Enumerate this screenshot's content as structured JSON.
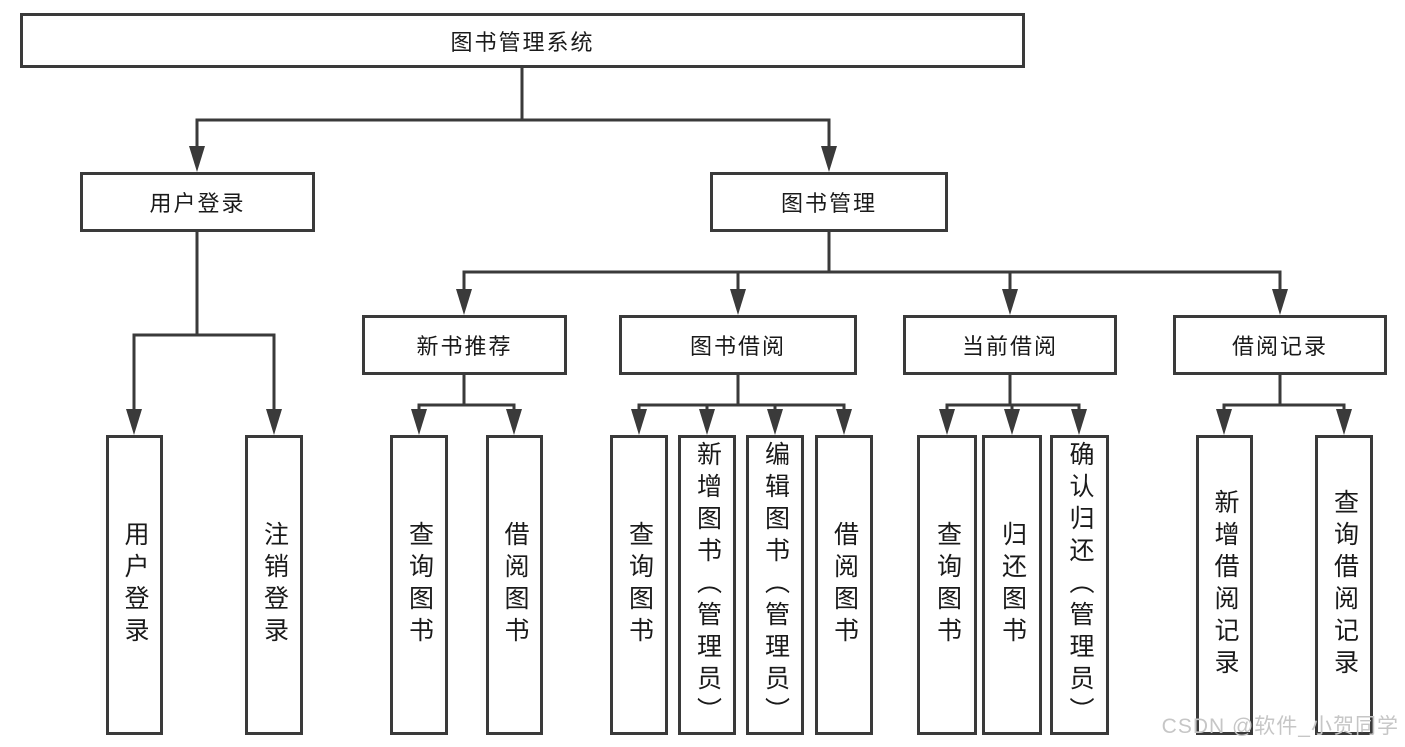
{
  "tree": {
    "root": {
      "label": "图书管理系统"
    },
    "children": [
      {
        "label": "用户登录",
        "children": [
          {
            "label": "用户登录"
          },
          {
            "label": "注销登录"
          }
        ]
      },
      {
        "label": "图书管理",
        "children": [
          {
            "label": "新书推荐",
            "children": [
              {
                "label": "查询图书"
              },
              {
                "label": "借阅图书"
              }
            ]
          },
          {
            "label": "图书借阅",
            "children": [
              {
                "label": "查询图书"
              },
              {
                "label": "新增图书（管理员）"
              },
              {
                "label": "编辑图书（管理员）"
              },
              {
                "label": "借阅图书"
              }
            ]
          },
          {
            "label": "当前借阅",
            "children": [
              {
                "label": "查询图书"
              },
              {
                "label": "归还图书"
              },
              {
                "label": "确认归还（管理员）"
              }
            ]
          },
          {
            "label": "借阅记录",
            "children": [
              {
                "label": "新增借阅记录"
              },
              {
                "label": "查询借阅记录"
              }
            ]
          }
        ]
      }
    ]
  },
  "watermark": {
    "text": "CSDN @软件_小贺同学"
  },
  "colors": {
    "line": "#3a3a3a",
    "text": "#1a1a1a",
    "watermark": "#c6c6c6",
    "background": "#ffffff"
  }
}
